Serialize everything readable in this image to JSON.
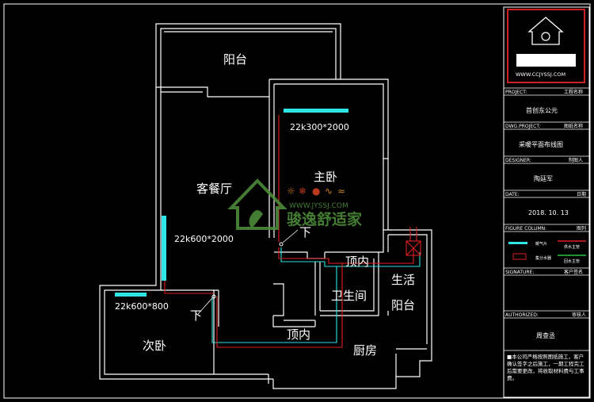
{
  "rooms": {
    "balcony": "阳台",
    "living_dining": "客餐厅",
    "master_bedroom": "主卧",
    "secondary_bedroom": "次卧",
    "bathroom": "卫生间",
    "kitchen": "厨房",
    "service_balcony_line1": "生活",
    "service_balcony_line2": "阳台",
    "ceiling_inside_1": "顶内",
    "ceiling_inside_2": "顶内",
    "down_1": "下",
    "down_2": "下"
  },
  "radiators": {
    "master": "22k300*2000",
    "living": "22k600*2000",
    "secondary": "22k600*800"
  },
  "watermark": {
    "brand": "骏逸舒适家",
    "url": "WWW.JYSSJ.COM",
    "icons": [
      "sun-icon",
      "snowflake-icon",
      "water-drop-icon",
      "wind-icon",
      "wifi-icon"
    ]
  },
  "title_block": {
    "logo_url": "WWW.CCJYSSJ.COM",
    "project_label_en": "PROJECT:",
    "project_label_cn": "工程名称",
    "project_value": "首创东公元",
    "dwg_label_en": "DWG.PROJECT:",
    "dwg_label_cn": "图纸名称",
    "dwg_value": "采暖平面布线图",
    "designer_label_en": "DESIGNER:",
    "designer_label_cn": "制图人",
    "designer_value": "陶廷军",
    "date_label_en": "DATE:",
    "date_label_cn": "日期",
    "date_value": "2018. 10. 13",
    "figure_label_en": "FIGURE COLUMN:",
    "figure_label_cn": "图列",
    "legend": [
      {
        "label": "暖气片",
        "color": "#2ee6e6"
      },
      {
        "label": "供水主管",
        "color": "#e02020"
      },
      {
        "label": "集分水器",
        "color": "#e02020"
      },
      {
        "label": "回水主管",
        "color": "#22c83a"
      }
    ],
    "signature_label_en": "SIGNATURE:",
    "signature_label_cn": "客户签名",
    "authorized_label_en": "AUTHORIZED:",
    "authorized_label_cn": "审核人",
    "authorized_value": "周查丞",
    "note": "■本公司严格按照图纸施工，客户确认签字之后施工，一期工程完工后需要更改，将收取材料费与工事费。"
  },
  "colors": {
    "wall": "#ffffff",
    "radiator": "#2ee6e6",
    "supply_pipe": "#e02020",
    "return_pipe": "#2ee6e6",
    "title_accent": "#cc2222",
    "watermark": "#4c8a3a"
  }
}
